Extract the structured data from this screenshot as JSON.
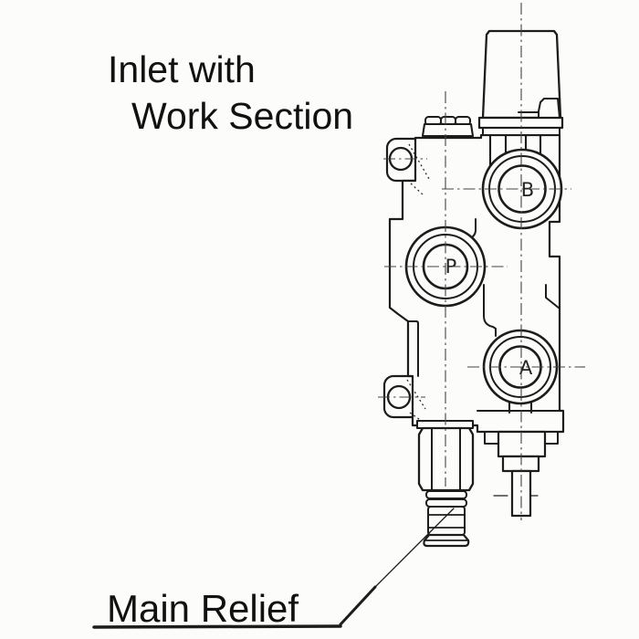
{
  "labels": {
    "title_line1": "Inlet with",
    "title_line2": "Work Section",
    "main_relief": "Main Relief"
  },
  "ports": {
    "b": "B",
    "p": "P",
    "a": "A"
  },
  "colors": {
    "line": "#1c1c1c",
    "paper": "#fcfcfa",
    "centerline": "#444444"
  }
}
